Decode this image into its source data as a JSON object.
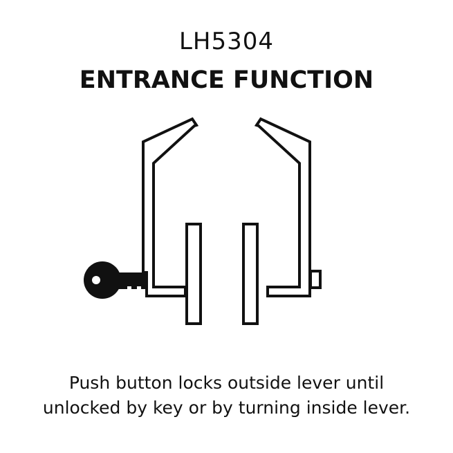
{
  "title": {
    "model": "LH5304",
    "function": "ENTRANCE FUNCTION"
  },
  "diagram": {
    "stroke_color": "#111111",
    "fill_color": "#111111",
    "icons": [
      "key-icon",
      "outside-lever-icon",
      "inside-lever-icon",
      "push-button-icon"
    ]
  },
  "description": {
    "line1": "Push button locks outside lever until",
    "line2": "unlocked by key or by turning inside lever."
  }
}
